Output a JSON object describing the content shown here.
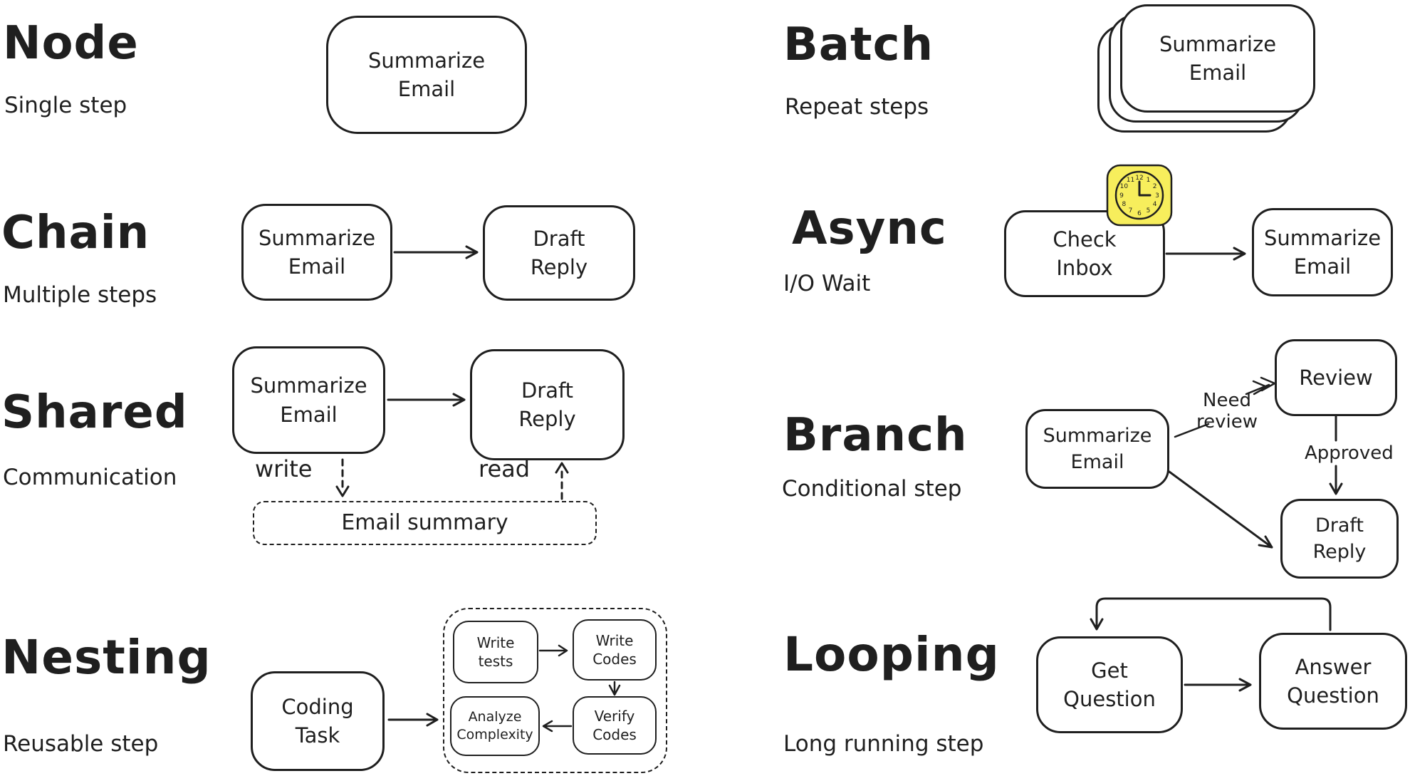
{
  "colors": {
    "ink": "#1f1f1f",
    "background": "#ffffff",
    "clock_fill": "#f7ee5c"
  },
  "sections": {
    "node": {
      "title": "Node",
      "subtitle": "Single step",
      "boxes": {
        "summarize_email": "Summarize\nEmail"
      }
    },
    "chain": {
      "title": "Chain",
      "subtitle": "Multiple steps",
      "boxes": {
        "summarize_email": "Summarize\nEmail",
        "draft_reply": "Draft\nReply"
      }
    },
    "shared": {
      "title": "Shared",
      "subtitle": "Communication",
      "boxes": {
        "summarize_email": "Summarize\nEmail",
        "draft_reply": "Draft\nReply",
        "email_summary": "Email summary"
      },
      "labels": {
        "write": "write",
        "read": "read"
      }
    },
    "nesting": {
      "title": "Nesting",
      "subtitle": "Reusable step",
      "boxes": {
        "coding_task": "Coding\nTask",
        "write_tests": "Write\ntests",
        "write_codes": "Write\nCodes",
        "analyze_complexity": "Analyze\nComplexity",
        "verify_codes": "Verify\nCodes"
      }
    },
    "batch": {
      "title": "Batch",
      "subtitle": "Repeat steps",
      "boxes": {
        "summarize_email": "Summarize\nEmail"
      }
    },
    "async": {
      "title": "Async",
      "subtitle": "I/O Wait",
      "boxes": {
        "check_inbox": "Check\nInbox",
        "summarize_email": "Summarize\nEmail"
      },
      "icons": {
        "clock": "clock showing 3 o'clock"
      }
    },
    "branch": {
      "title": "Branch",
      "subtitle": "Conditional step",
      "boxes": {
        "summarize_email": "Summarize\nEmail",
        "review": "Review",
        "draft_reply": "Draft\nReply"
      },
      "labels": {
        "need_review": "Need\nreview",
        "approved": "Approved"
      }
    },
    "looping": {
      "title": "Looping",
      "subtitle": "Long running step",
      "boxes": {
        "get_question": "Get\nQuestion",
        "answer_question": "Answer\nQuestion"
      }
    }
  },
  "clock": {
    "numbers": [
      "12",
      "1",
      "2",
      "3",
      "4",
      "5",
      "6",
      "7",
      "8",
      "9",
      "10",
      "11"
    ]
  }
}
